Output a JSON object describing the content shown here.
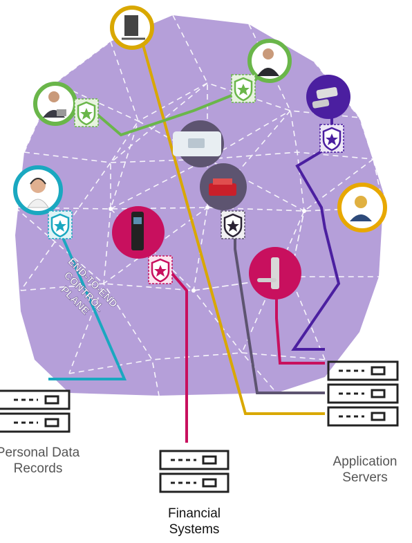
{
  "diagram": {
    "sphere_color": "#b59fd9",
    "plane_label_lines": [
      "END-TO-END",
      "CONTROL",
      "PLANE"
    ],
    "server_groups": [
      {
        "id": "personal-data",
        "label_lines": [
          "Personal Data",
          "Records"
        ],
        "label_color": "#555555"
      },
      {
        "id": "financial",
        "label_lines": [
          "Financial",
          "Systems"
        ],
        "label_color": "#111111"
      },
      {
        "id": "application",
        "label_lines": [
          "Application",
          "Servers"
        ],
        "label_color": "#555555"
      }
    ],
    "devices": [
      {
        "id": "tollgate",
        "icon": "toll-gate-icon",
        "ring_color": "#d9a800",
        "line_color": "#d9a800"
      },
      {
        "id": "businessman-top",
        "icon": "businessman-phone-icon",
        "ring_color": "#6ab64a",
        "line_color": "#6ab64a"
      },
      {
        "id": "businessman-laptop",
        "icon": "businessman-laptop-icon",
        "ring_color": "#6ab64a",
        "line_color": "#6ab64a"
      },
      {
        "id": "cctv",
        "icon": "security-camera-icon",
        "ring_color": "#4b1fa0",
        "line_color": "#4b1fa0"
      },
      {
        "id": "card-reader",
        "icon": "card-reader-icon",
        "ring_color": "#5d5470",
        "line_color": "#5d5470"
      },
      {
        "id": "router",
        "icon": "router-icon",
        "ring_color": "#5d5470",
        "line_color": "#5d5470"
      },
      {
        "id": "call-center",
        "icon": "headset-agent-icon",
        "ring_color": "#1aa8c0",
        "line_color": "#1aa8c0"
      },
      {
        "id": "worker",
        "icon": "field-worker-icon",
        "ring_color": "#e8a800",
        "line_color": "#e8a800"
      },
      {
        "id": "atm",
        "icon": "atm-kiosk-icon",
        "ring_color": "#c8105e",
        "line_color": "#c8105e"
      },
      {
        "id": "door-lock",
        "icon": "door-lock-icon",
        "ring_color": "#c8105e",
        "line_color": "#c8105e"
      }
    ],
    "shields": [
      {
        "id": "shield-green-left",
        "color": "#6ab64a"
      },
      {
        "id": "shield-green-right",
        "color": "#6ab64a"
      },
      {
        "id": "shield-purple",
        "color": "#4b1fa0"
      },
      {
        "id": "shield-dark",
        "color": "#2a2233"
      },
      {
        "id": "shield-cyan",
        "color": "#1aa8c0"
      },
      {
        "id": "shield-magenta",
        "color": "#c8105e"
      }
    ]
  }
}
